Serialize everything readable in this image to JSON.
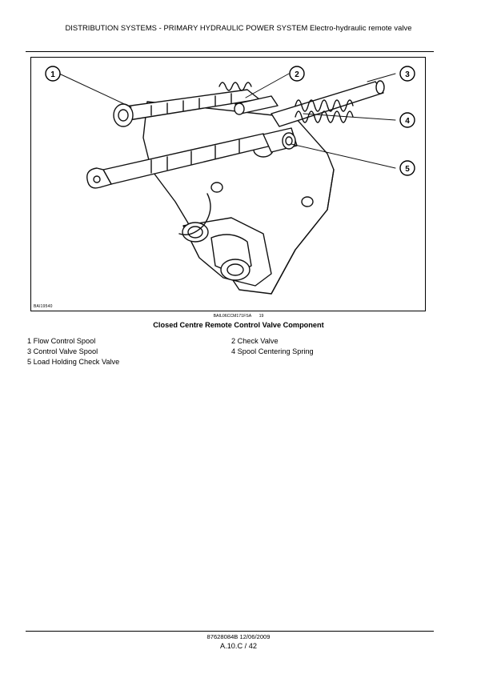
{
  "header": {
    "title": "DISTRIBUTION SYSTEMS - PRIMARY HYDRAULIC POWER SYSTEM Electro-hydraulic remote valve"
  },
  "figure": {
    "code": "BAIL06CCM171FSA",
    "number": "19",
    "corner_code": "BAI19540",
    "caption": "Closed Centre Remote Control Valve Component",
    "callouts": [
      "1",
      "2",
      "3",
      "4",
      "5"
    ]
  },
  "legend": {
    "left": [
      "1 Flow Control Spool",
      "3 Control Valve Spool",
      "5 Load Holding Check Valve"
    ],
    "right": [
      "2 Check Valve",
      "4 Spool Centering Spring"
    ]
  },
  "footer": {
    "doc": "87628084B 12/06/2009",
    "page": "A.10.C / 42"
  }
}
